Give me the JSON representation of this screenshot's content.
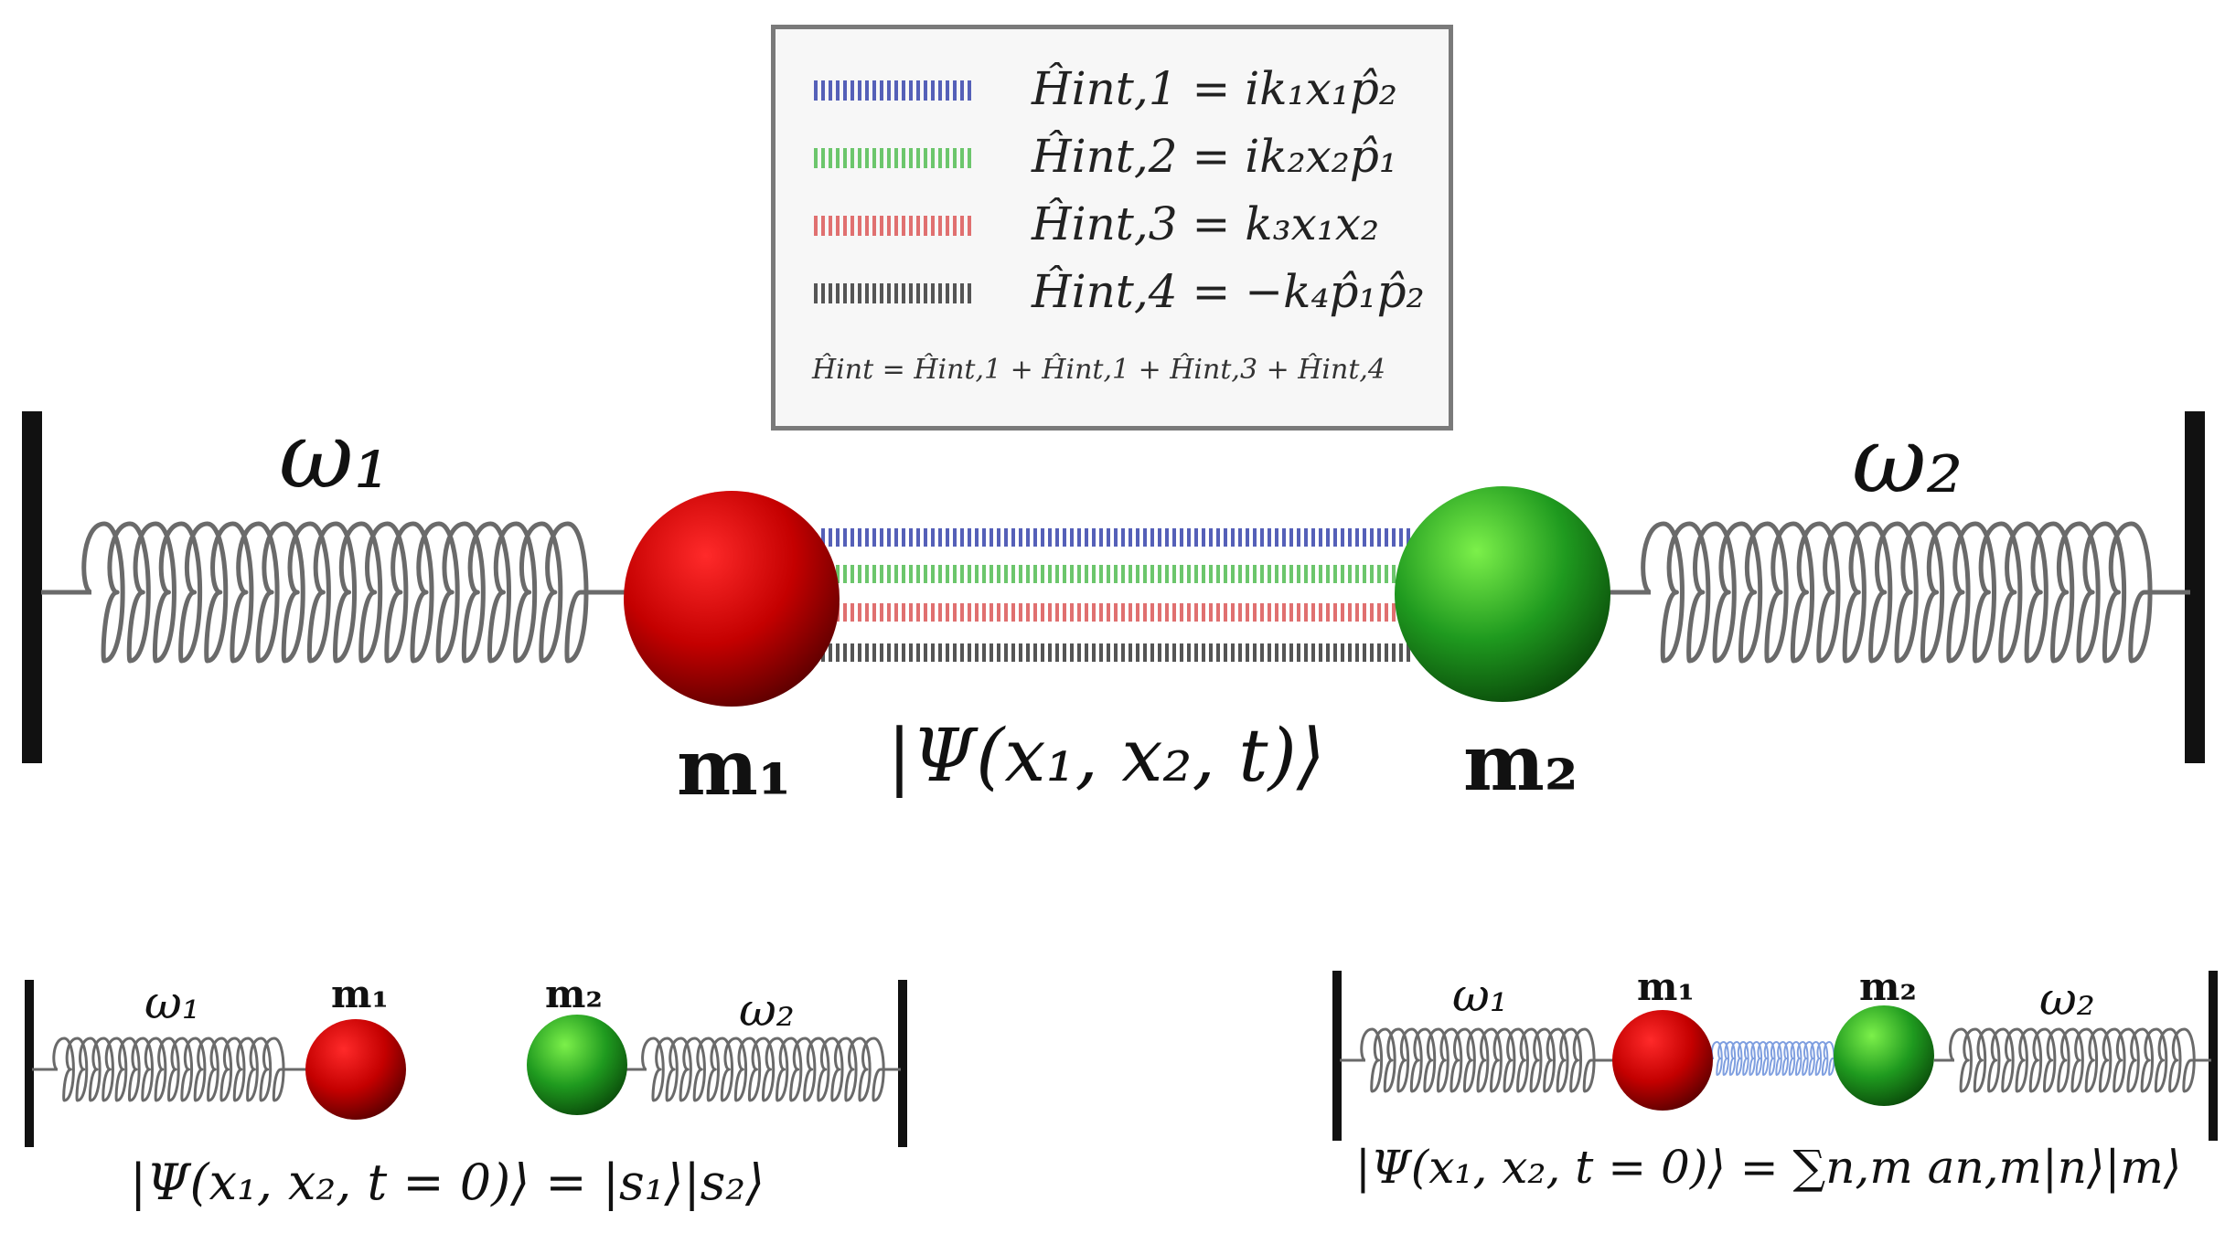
{
  "legend": {
    "entries": [
      {
        "label": "Ĥint,1 = ik₁x₁p̂₂",
        "color": "#5560b8"
      },
      {
        "label": "Ĥint,2 = ik₂x₂p̂₁",
        "color": "#6cc66c"
      },
      {
        "label": "Ĥint,3 = k₃x₁x₂",
        "color": "#e07070"
      },
      {
        "label": "Ĥint,4 = −k₄p̂₁p̂₂",
        "color": "#555555"
      }
    ],
    "total": "Ĥint = Ĥint,1 + Ĥint,1 + Ĥint,3 + Ĥint,4"
  },
  "main": {
    "omega1": "ω₁",
    "omega2": "ω₂",
    "mass1": "m₁",
    "mass2": "m₂",
    "state": "|Ψ(x₁, x₂, t)⟩"
  },
  "left_panel": {
    "omega1": "ω₁",
    "omega2": "ω₂",
    "mass1": "m₁",
    "mass2": "m₂",
    "state": "|Ψ(x₁, x₂, t = 0)⟩ = |s₁⟩|s₂⟩"
  },
  "right_panel": {
    "omega1": "ω₁",
    "omega2": "ω₂",
    "mass1": "m₁",
    "mass2": "m₂",
    "state": "|Ψ(x₁, x₂, t = 0)⟩ = ∑n,m an,m|n⟩|m⟩"
  },
  "colors": {
    "spring": "#6a6a6a",
    "wall": "#111111",
    "red_ball": "#cc0000",
    "green_ball": "#22a322",
    "coupling_spring": "#7f9fe0"
  }
}
